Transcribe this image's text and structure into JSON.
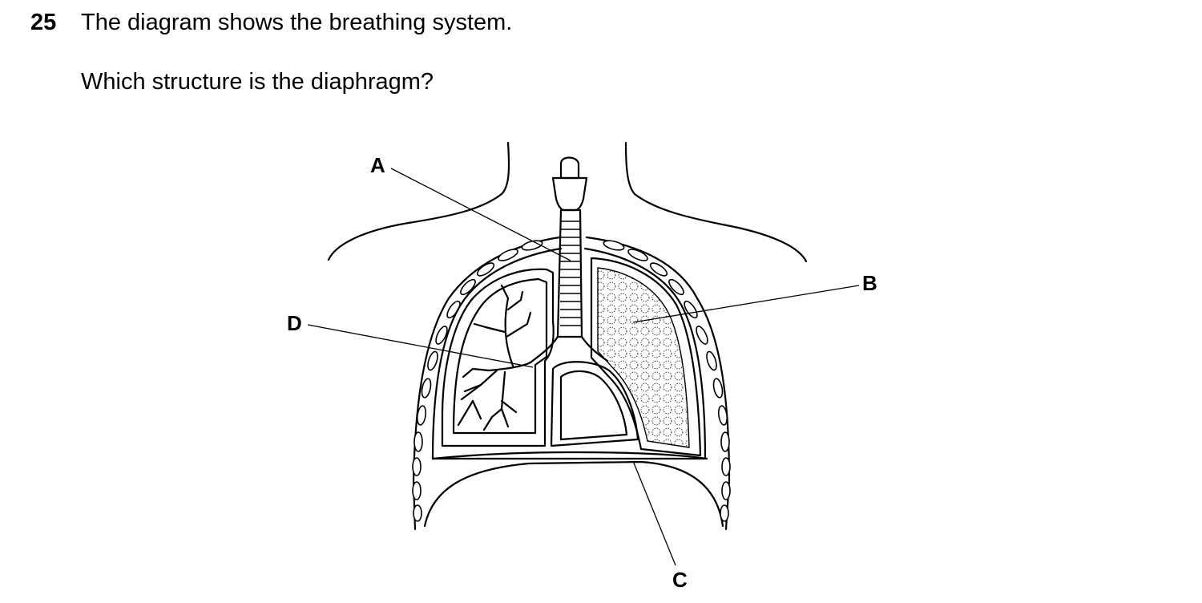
{
  "question": {
    "number": "25",
    "text": "The diagram shows the breathing system.",
    "prompt": "Which structure is the diaphragm?"
  },
  "labels": {
    "a": "A",
    "b": "B",
    "c": "C",
    "d": "D"
  }
}
